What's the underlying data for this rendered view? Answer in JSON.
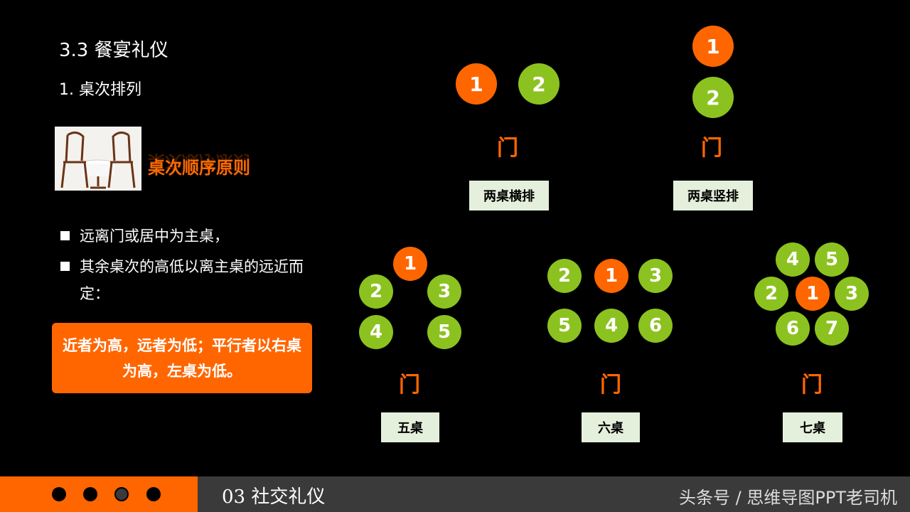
{
  "header": {
    "title": "3.3  餐宴礼仪",
    "subtitle": "1. 桌次排列"
  },
  "principle": {
    "label": "桌次顺序原则"
  },
  "bullets": [
    {
      "text": "远离门或居中为主桌，"
    },
    {
      "text": "其余桌次的高低以离主桌的远近而定："
    }
  ],
  "callout": {
    "text": "近者为高，远者为低；平行者以右桌为高，左桌为低。"
  },
  "diagrams": {
    "two_horizontal": {
      "label": "两桌横排",
      "tables": [
        "1",
        "2"
      ],
      "door": "门"
    },
    "two_vertical": {
      "label": "两桌竖排",
      "tables": [
        "1",
        "2"
      ],
      "door": "门"
    },
    "five": {
      "label": "五桌",
      "tables": [
        "1",
        "2",
        "3",
        "4",
        "5"
      ],
      "door": "门"
    },
    "six": {
      "label": "六桌",
      "tables": [
        "2",
        "1",
        "3",
        "5",
        "4",
        "6"
      ],
      "door": "门"
    },
    "seven": {
      "label": "七桌",
      "tables": [
        "4",
        "5",
        "2",
        "1",
        "3",
        "6",
        "7"
      ],
      "door": "门"
    }
  },
  "footer": {
    "section": "03 社交礼仪",
    "brand": "头条号 / 思维导图PPT老司机"
  },
  "colors": {
    "accent": "#ff6600",
    "green": "#8cc21f",
    "label_bg": "#e4f0dc"
  }
}
